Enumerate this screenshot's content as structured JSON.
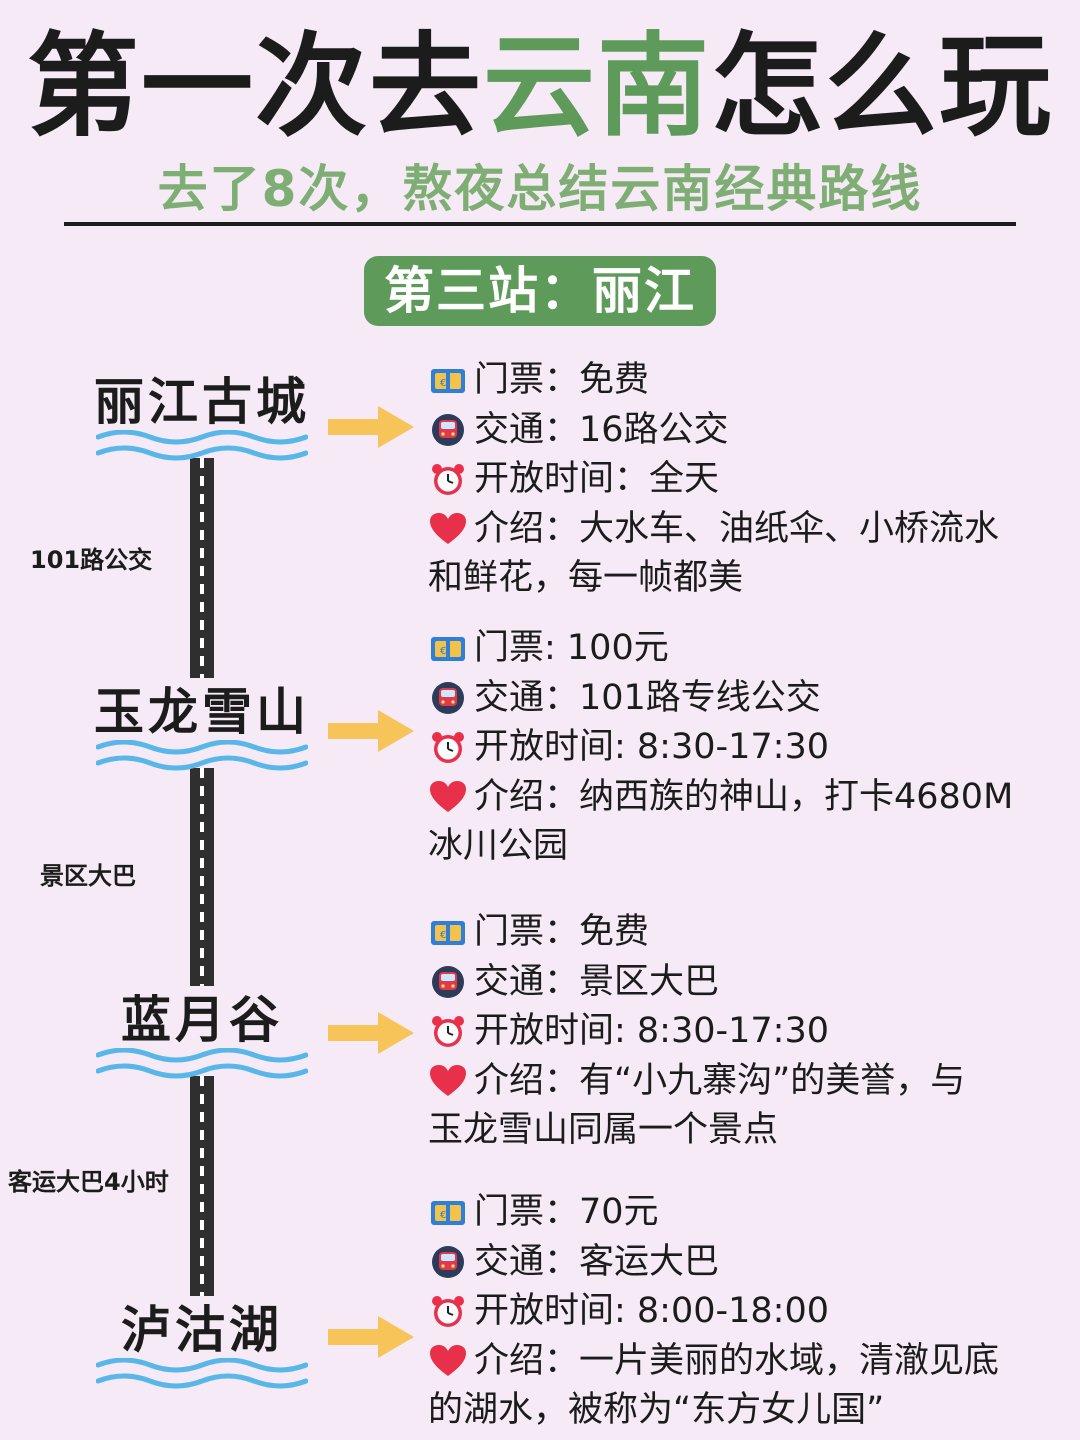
{
  "title": {
    "part1": "第一次去",
    "part2": "云南",
    "part3": "怎么玩"
  },
  "subtitle": "去了8次，熬夜总结云南经典路线",
  "station": "第三站：丽江",
  "colors": {
    "background": "#f5eaf6",
    "accent_green": "#5e9a5a",
    "subtitle_green": "#7fae74",
    "arrow": "#f7c45a",
    "wave": "#58b7e8",
    "heart": "#e8304a"
  },
  "icons": [
    "ticket-icon",
    "train-icon",
    "alarm-clock-icon",
    "heart-icon",
    "arrow-right-icon",
    "wave-icon"
  ],
  "segments": [
    "101路公交",
    "景区大巴",
    "客运大巴4小时"
  ],
  "spots": [
    {
      "name": "丽江古城",
      "ticket": "门票：免费",
      "transport": "交通：16路公交",
      "hours": "开放时间：全天",
      "intro": "介绍：大水车、油纸伞、小桥流水",
      "intro_cont": "和鲜花，每一帧都美"
    },
    {
      "name": "玉龙雪山",
      "ticket": "门票: 100元",
      "transport": "交通：101路专线公交",
      "hours": "开放时间: 8:30-17:30",
      "intro": "介绍：纳西族的神山，打卡4680M",
      "intro_cont": "冰川公园"
    },
    {
      "name": "蓝月谷",
      "ticket": "门票：免费",
      "transport": "交通：景区大巴",
      "hours": "开放时间: 8:30-17:30",
      "intro": "介绍：有“小九寨沟”的美誉，与",
      "intro_cont": "玉龙雪山同属一个景点"
    },
    {
      "name": "泸沽湖",
      "ticket": "门票：70元",
      "transport": "交通：客运大巴",
      "hours": "开放时间: 8:00-18:00",
      "intro": "介绍：一片美丽的水域，清澈见底",
      "intro_cont": "的湖水，被称为“东方女儿国”"
    }
  ]
}
